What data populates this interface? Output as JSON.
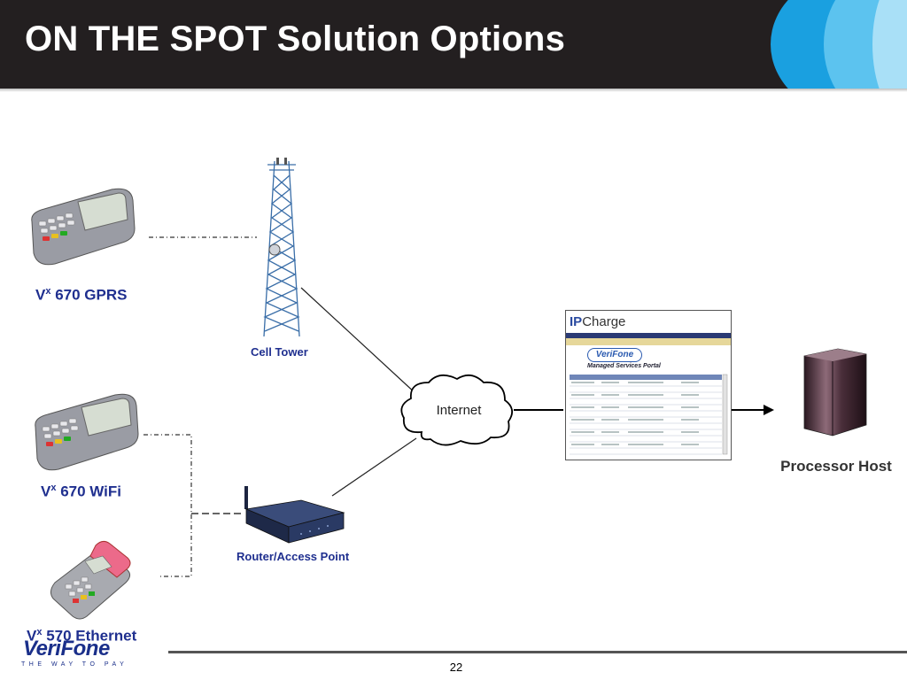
{
  "slide": {
    "title": "ON THE SPOT Solution Options",
    "page_number": "22"
  },
  "devices": [
    {
      "prefix": "V",
      "sup": "x",
      "model": " 670 GPRS"
    },
    {
      "prefix": "V",
      "sup": "x",
      "model": " 670 WiFi"
    },
    {
      "prefix": "V",
      "sup": "x",
      "model": " 570 Ethernet"
    }
  ],
  "labels": {
    "cell_tower": "Cell Tower",
    "router": "Router/Access Point",
    "internet": "Internet",
    "processor_host": "Processor Host"
  },
  "portal": {
    "brand_ip": "IP",
    "brand_charge": "Charge",
    "brand_verifone": "VeriFone",
    "portal_title": "Managed Services Portal"
  },
  "footer": {
    "logo_text": "VeriFone",
    "tagline": "THE WAY TO PAY"
  },
  "colors": {
    "title_bar": "#231f20",
    "label_blue": "#1f2f8f",
    "accent_blue": "#1aa0e0"
  }
}
